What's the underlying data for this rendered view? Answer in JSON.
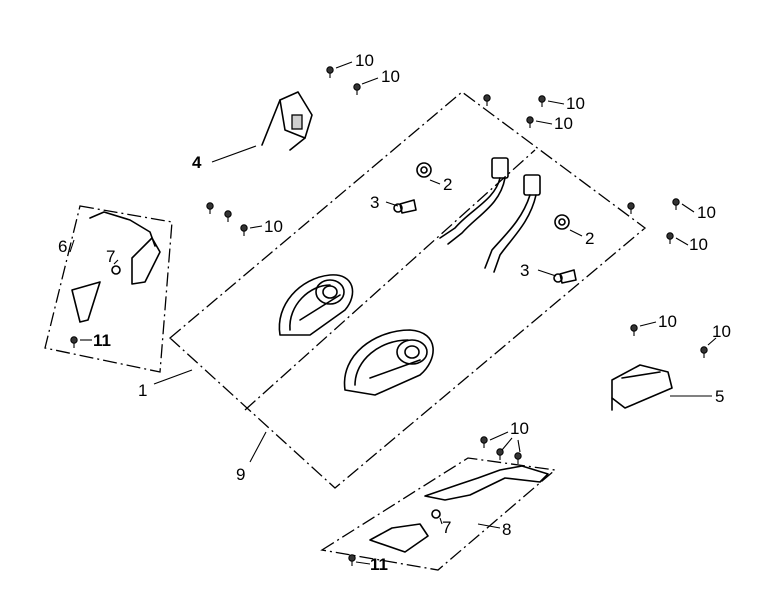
{
  "diagram": {
    "type": "exploded-parts-diagram",
    "labels": [
      {
        "id": "lbl-1",
        "text": "1"
      },
      {
        "id": "lbl-2a",
        "text": "2"
      },
      {
        "id": "lbl-2b",
        "text": "2"
      },
      {
        "id": "lbl-3a",
        "text": "3"
      },
      {
        "id": "lbl-3b",
        "text": "3"
      },
      {
        "id": "lbl-4",
        "text": "4"
      },
      {
        "id": "lbl-5",
        "text": "5"
      },
      {
        "id": "lbl-6",
        "text": "6"
      },
      {
        "id": "lbl-7a",
        "text": "7"
      },
      {
        "id": "lbl-7b",
        "text": "7"
      },
      {
        "id": "lbl-8",
        "text": "8"
      },
      {
        "id": "lbl-9",
        "text": "9"
      },
      {
        "id": "lbl-10",
        "text": "10"
      },
      {
        "id": "lbl-11a",
        "text": "11"
      },
      {
        "id": "lbl-11b",
        "text": "11"
      }
    ]
  },
  "callouts": {
    "c1": "1",
    "c2a": "2",
    "c2b": "2",
    "c3a": "3",
    "c3b": "3",
    "c4": "4",
    "c5": "5",
    "c6": "6",
    "c7a": "7",
    "c7b": "7",
    "c8": "8",
    "c9": "9",
    "c11a": "11",
    "c11b": "11",
    "c10": "10"
  }
}
